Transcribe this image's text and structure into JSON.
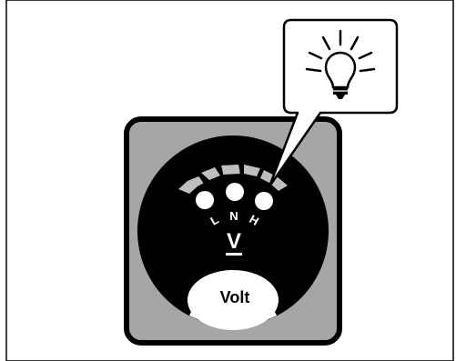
{
  "meter": {
    "range_low": "L",
    "range_normal": "N",
    "range_high": "H",
    "unit_symbol": "V",
    "unit_name": "Volt"
  },
  "icons": {
    "indicator": "light-bulb-icon"
  },
  "colors": {
    "panel_gray": "#a6a6a6",
    "outline": "#000000",
    "fill_black": "#000000",
    "fill_white": "#ffffff",
    "ray_gray": "#bfbfbf"
  }
}
